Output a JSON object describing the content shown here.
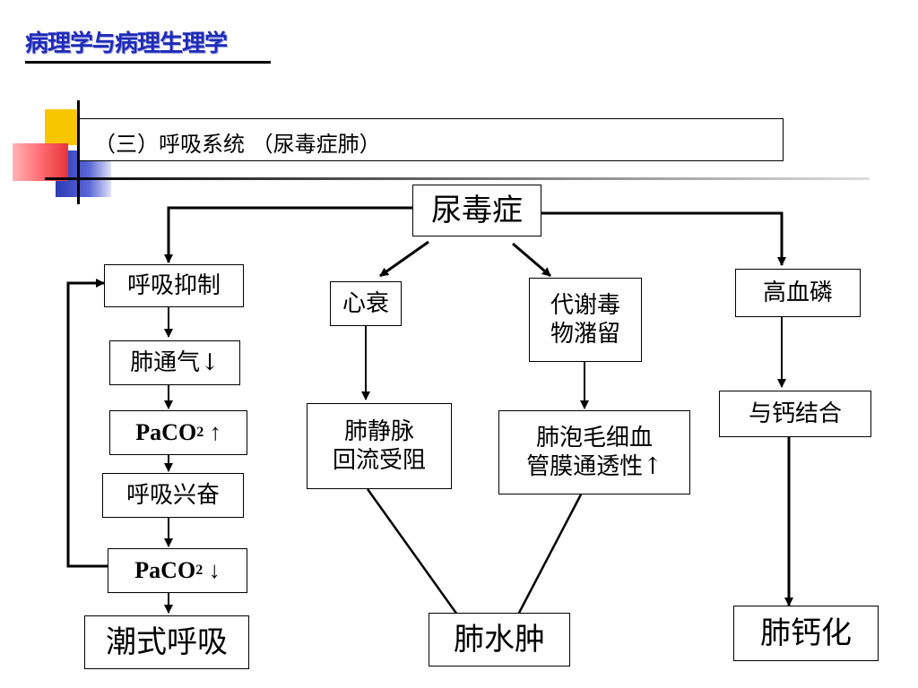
{
  "header": {
    "title": "病理学与病理生理学"
  },
  "section": {
    "title": "（三）呼吸系统 （尿毒症肺）"
  },
  "nodes": {
    "uremia": "尿毒症",
    "resp_inhibit": "呼吸抑制",
    "vent_down": "肺通气↓",
    "paco2_label": "PaCO",
    "paco2_sub": "2",
    "paco2_up_arrow": "↑",
    "resp_excite": "呼吸兴奋",
    "paco2_down_arrow": "↓",
    "tidal": "潮式呼吸",
    "heart_failure": "心衰",
    "vein_line1": "肺静脉",
    "vein_line2": "回流受阻",
    "metab_line1": "代谢毒",
    "metab_line2": "物潴留",
    "capillary_line1": "肺泡毛细血",
    "capillary_line2": "管膜通透性↑",
    "edema": "肺水肿",
    "hyperphos": "高血磷",
    "calcium_bind": "与钙结合",
    "calcification": "肺钙化"
  },
  "colors": {
    "header": "#1f2bb8",
    "deco_yellow": "#f7c600",
    "deco_blue": "#2b3ab5",
    "deco_red": "#e5343a"
  }
}
